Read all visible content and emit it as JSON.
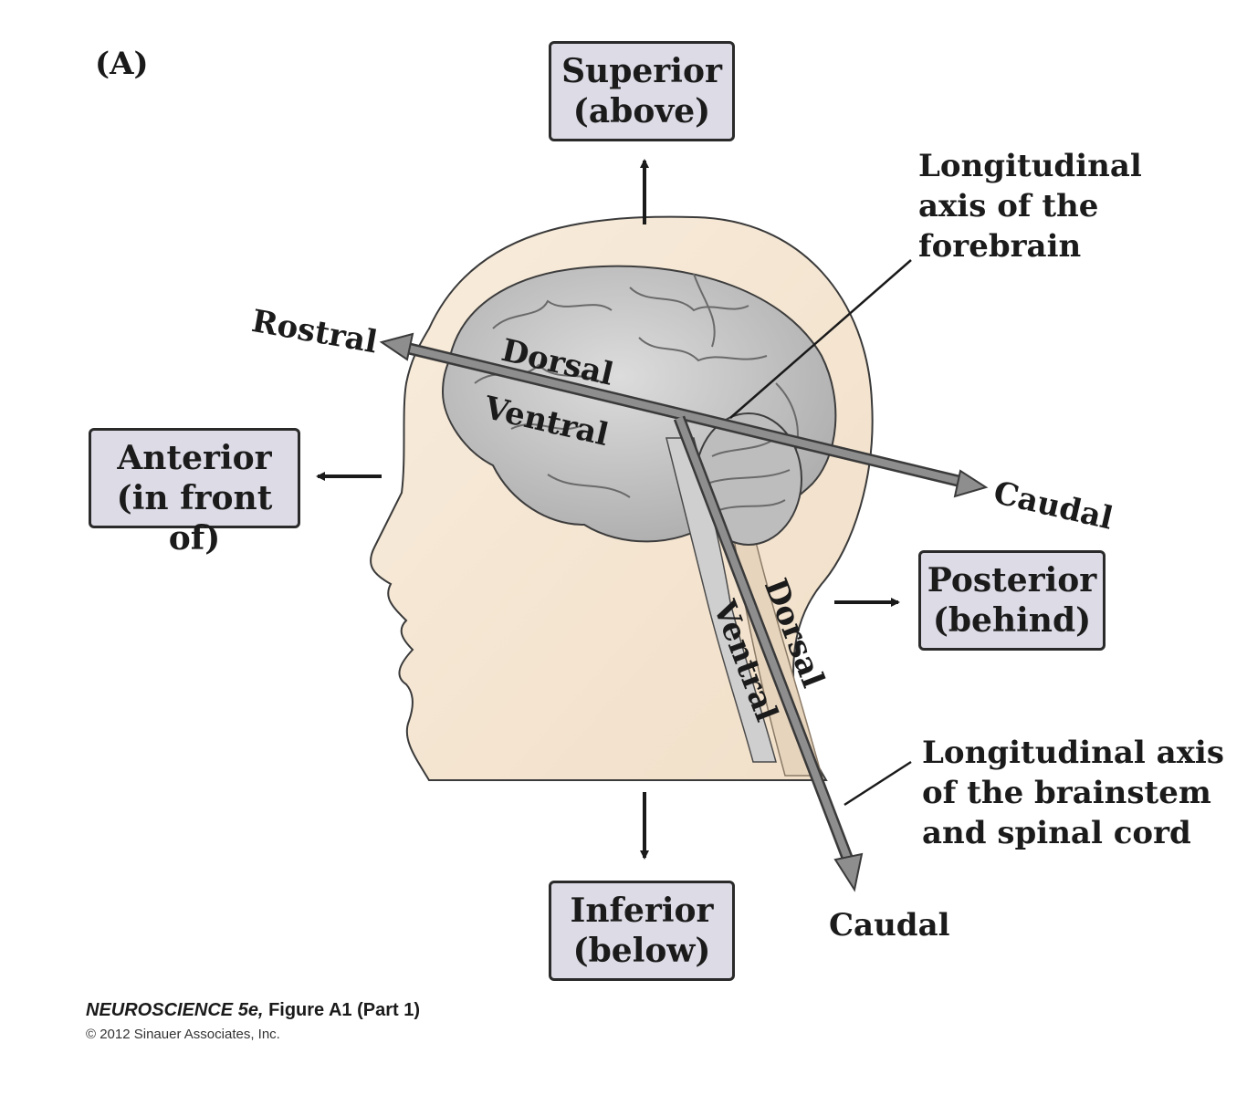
{
  "panel_label": "(A)",
  "boxes": {
    "superior": [
      "Superior",
      "(above)"
    ],
    "inferior": [
      "Inferior",
      "(below)"
    ],
    "anterior": [
      "Anterior",
      "(in front of)"
    ],
    "posterior": [
      "Posterior",
      "(behind)"
    ]
  },
  "axis_labels": {
    "rostral": "Rostral",
    "forebrain_dorsal": "Dorsal",
    "forebrain_ventral": "Ventral",
    "forebrain_caudal": "Caudal",
    "stem_dorsal": "Dorsal",
    "stem_ventral": "Ventral",
    "stem_caudal": "Caudal"
  },
  "callouts": {
    "forebrain_axis": [
      "Longitudinal",
      "axis of the",
      "forebrain"
    ],
    "brainstem_axis": [
      "Longitudinal axis",
      "of the brainstem",
      "and spinal cord"
    ]
  },
  "credit": {
    "title": "NEUROSCIENCE 5e,",
    "figure": "Figure A1 (Part 1)",
    "copyright": "© 2012 Sinauer Associates, Inc."
  },
  "colors": {
    "skin": "#f6e8d6",
    "brain": "#c9c9c9",
    "axis_bar": "#8e8e8e",
    "box_fill": "#dcdbe6"
  }
}
